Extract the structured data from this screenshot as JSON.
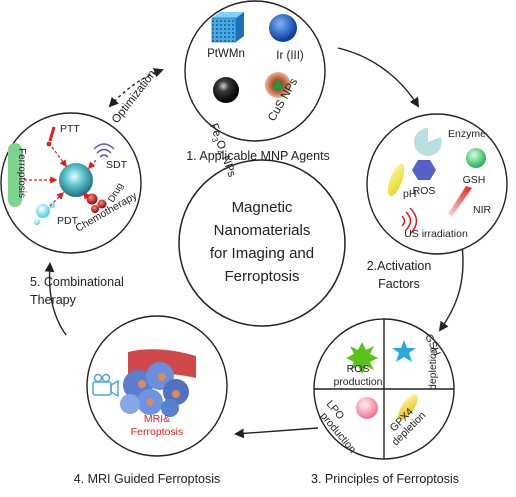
{
  "center": {
    "line1": "Magnetic",
    "line2": "Nanomaterials",
    "line3": "for Imaging and",
    "line4": "Ferroptosis"
  },
  "steps": {
    "agents": "1. Applicable MNP Agents",
    "activation_line1": "2.Activation",
    "activation_line2": "Factors",
    "principles": "3. Principles of Ferroptosis",
    "mri": "4. MRI Guided Ferroptosis",
    "combination_line1": "5. Combinational",
    "combination_line2": "Therapy"
  },
  "optimization": "Optimization",
  "agents": {
    "ptwmn": "PtWMn",
    "ir": "Ir (III)",
    "fe3o4": "Fe",
    "fe3o4_sub3": "3",
    "fe3o4_o": "O",
    "fe3o4_sub4": "4",
    "fe3o4_np": " NPs",
    "cus": "CuS NPs"
  },
  "factors": {
    "enzyme": "Enzyme",
    "ros": "ROS",
    "gsh": "GSH",
    "ph": "pH",
    "nir": "NIR",
    "us": "US irradiation"
  },
  "principles": {
    "ros_line1": "ROS",
    "ros_line2": "production",
    "gsh_line1": "GSH",
    "gsh_line2": "depletion",
    "lpo_line1": "LPO",
    "lpo_line2": "production",
    "gpx4_line1": "GPX4",
    "gpx4_line2": "depletion"
  },
  "mri_panel": {
    "label_line1": "MRI&",
    "label_line2": "Ferroptosis"
  },
  "therapy": {
    "ptt": "PTT",
    "sdt": "SDT",
    "pdt": "PDT",
    "drug": "Drug",
    "chemotherapy": "Chemotherapy",
    "ferroptosis": "Ferroptosis"
  },
  "colors": {
    "red_text": "#e0201b",
    "ferroptosis_bar": "#7ed38f",
    "teal_core": "#3ca7b5"
  }
}
